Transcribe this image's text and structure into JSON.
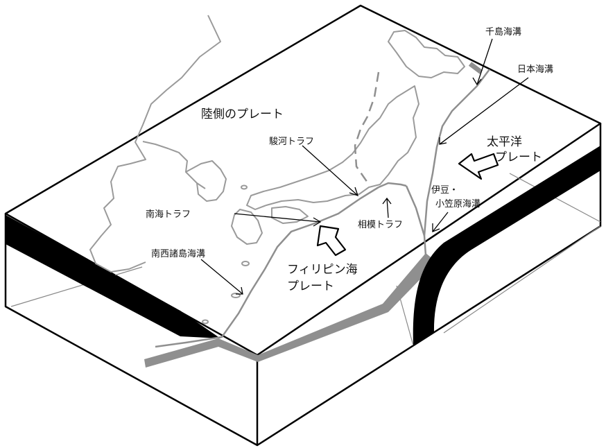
{
  "labels": {
    "land_plate": "陸側のプレート",
    "pacific_1": "太平洋",
    "pacific_2": "プレート",
    "philippine_1": "フィリピン海",
    "philippine_2": "プレート",
    "kuril_trench": "千島海溝",
    "japan_trench": "日本海溝",
    "suruga_trough": "駿河トラフ",
    "izu_1": "伊豆・",
    "izu_2": "小笠原海溝",
    "nankai_trough": "南海トラフ",
    "sagami_trough": "相模トラフ",
    "nansei_trench": "南西諸島海溝"
  },
  "colors": {
    "outline": "#000000",
    "coast": "#9a9a9a",
    "plate_gray": "#8f8f8f",
    "slab_black": "#000000",
    "arrow_fill": "#ffffff"
  }
}
